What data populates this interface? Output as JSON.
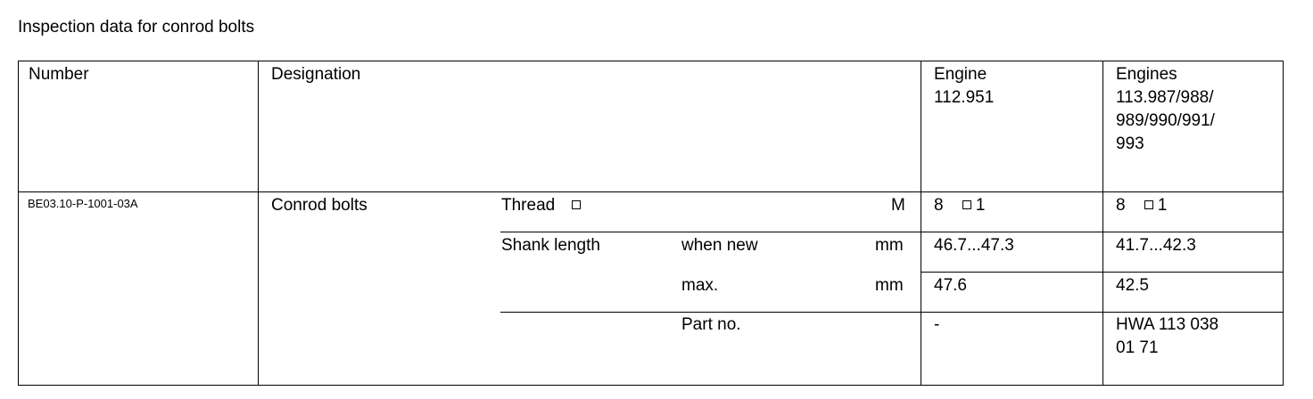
{
  "title": "Inspection data for conrod bolts",
  "headers": {
    "number": "Number",
    "designation": "Designation",
    "engine1": [
      "Engine",
      "112.951"
    ],
    "engine2": [
      "Engines",
      "113.987/988/",
      "989/990/991/",
      "993"
    ]
  },
  "row": {
    "number": "BE03.10-P-1001-03A",
    "designation": "Conrod bolts"
  },
  "thread": {
    "label": "Thread",
    "unit": "M",
    "engine1": [
      "8",
      "1"
    ],
    "engine2": [
      "8",
      "1"
    ]
  },
  "shank_new": {
    "label": "Shank length",
    "sub": "when new",
    "unit": "mm",
    "engine1": "46.7...47.3",
    "engine2": "41.7...42.3"
  },
  "shank_max": {
    "sub": "max.",
    "unit": "mm",
    "engine1": "47.6",
    "engine2": "42.5"
  },
  "part_no": {
    "sub": "Part no.",
    "engine1": "-",
    "engine2": [
      "HWA 113 038",
      "01 71"
    ]
  }
}
